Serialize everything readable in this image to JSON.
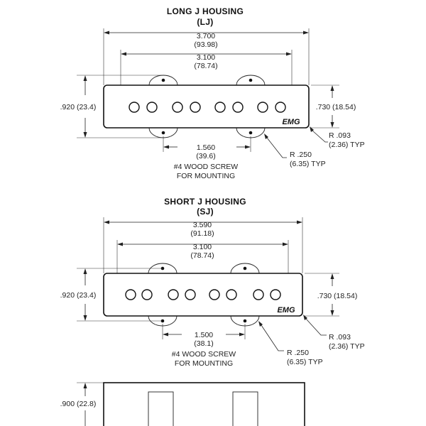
{
  "long": {
    "title": "LONG J HOUSING",
    "code": "(LJ)",
    "overall_in": "3.700",
    "overall_mm": "(93.98)",
    "inner_in": "3.100",
    "inner_mm": "(78.74)",
    "height": ".920 (23.4)",
    "body_height": ".730 (18.54)",
    "corner_radius_in": "R .093",
    "corner_radius_mm": "(2.36) TYP",
    "screw_spacing_in": "1.560",
    "screw_spacing_mm": "(39.6)",
    "ear_radius_in": "R .250",
    "ear_radius_mm": "(6.35) TYP",
    "screw_note_1": "#4 WOOD SCREW",
    "screw_note_2": "FOR MOUNTING",
    "logo": "EMG"
  },
  "short": {
    "title": "SHORT J HOUSING",
    "code": "(SJ)",
    "overall_in": "3.590",
    "overall_mm": "(91.18)",
    "inner_in": "3.100",
    "inner_mm": "(78.74)",
    "height": ".920 (23.4)",
    "body_height": ".730 (18.54)",
    "corner_radius_in": "R .093",
    "corner_radius_mm": "(2.36) TYP",
    "screw_spacing_in": "1.500",
    "screw_spacing_mm": "(38.1)",
    "ear_radius_in": "R .250",
    "ear_radius_mm": "(6.35) TYP",
    "screw_note_1": "#4 WOOD SCREW",
    "screw_note_2": "FOR MOUNTING",
    "logo": "EMG"
  },
  "side": {
    "height": ".900 (22.8)"
  }
}
